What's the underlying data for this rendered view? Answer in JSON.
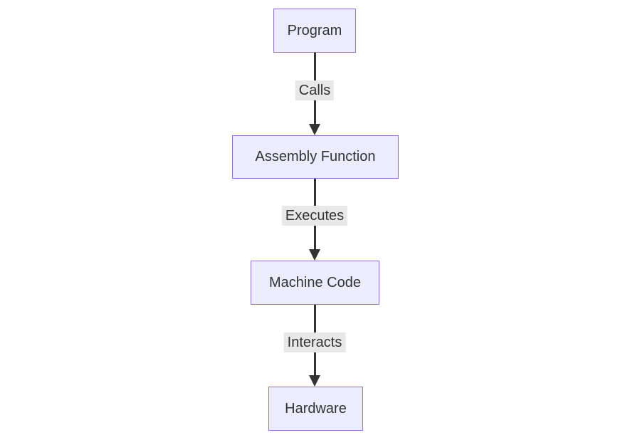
{
  "diagram": {
    "type": "flowchart",
    "direction": "top-down",
    "colors": {
      "background": "#ffffff",
      "node_fill": "#ECECFF",
      "node_border": "#9370DB",
      "node_text": "#333333",
      "edge_stroke": "#333333",
      "edge_label_bg": "#e8e8e8",
      "edge_label_text": "#333333"
    },
    "nodes": [
      {
        "id": "program",
        "label": "Program"
      },
      {
        "id": "assembly-function",
        "label": "Assembly Function"
      },
      {
        "id": "machine-code",
        "label": "Machine Code"
      },
      {
        "id": "hardware",
        "label": "Hardware"
      }
    ],
    "edges": [
      {
        "from": "program",
        "to": "assembly-function",
        "label": "Calls"
      },
      {
        "from": "assembly-function",
        "to": "machine-code",
        "label": "Executes"
      },
      {
        "from": "machine-code",
        "to": "hardware",
        "label": "Interacts"
      }
    ]
  }
}
